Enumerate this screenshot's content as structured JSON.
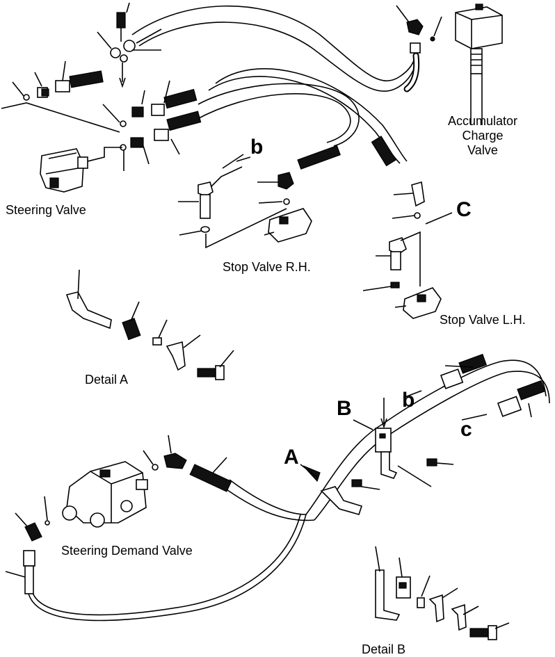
{
  "labels": {
    "steering_valve": "Steering Valve",
    "accumulator_charge_valve": [
      "Accumulator",
      "Charge",
      "Valve"
    ],
    "stop_valve_rh": "Stop Valve R.H.",
    "stop_valve_lh": "Stop Valve L.H.",
    "detail_a": "Detail A",
    "detail_b": "Detail B",
    "steering_demand_valve": "Steering Demand Valve"
  },
  "callouts": {
    "b_top": "b",
    "c_top": "C",
    "b_bottom": "b",
    "c_bottom": "c",
    "A": "A",
    "B": "B"
  }
}
